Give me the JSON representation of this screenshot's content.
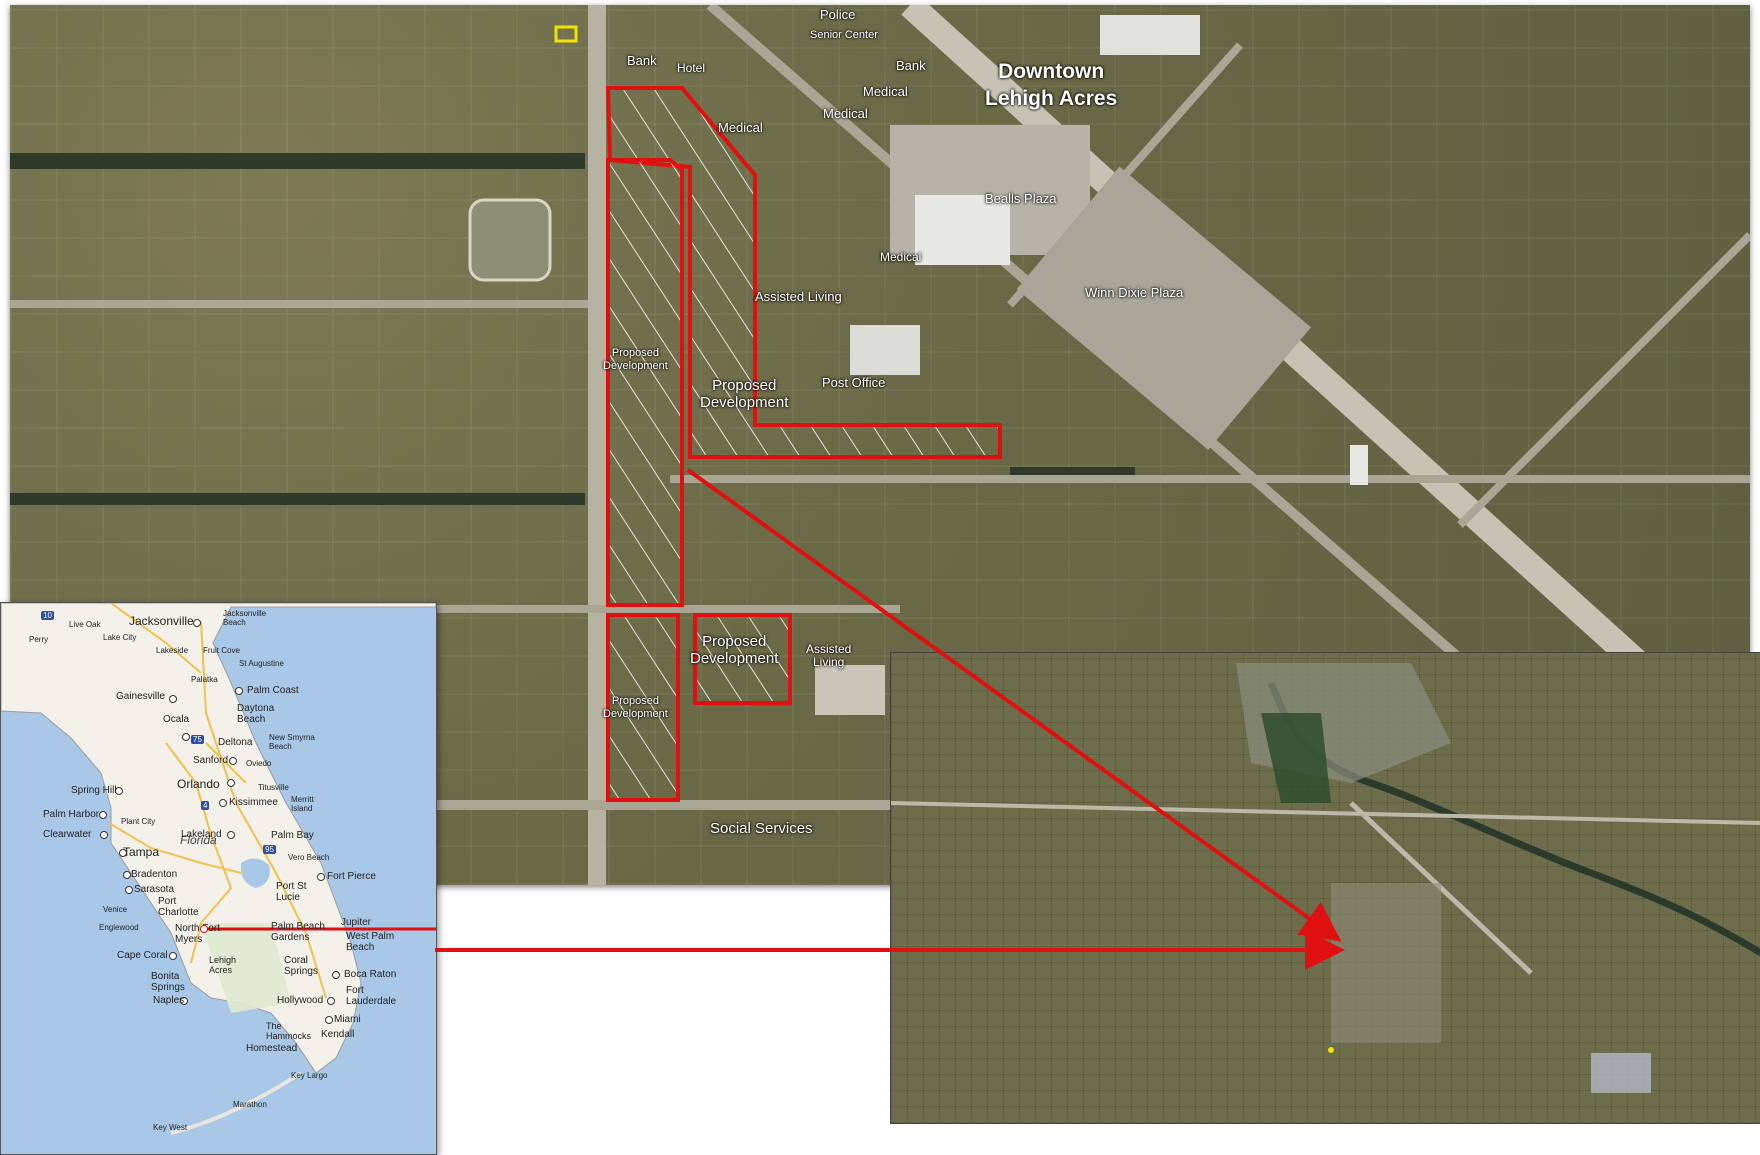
{
  "main_map": {
    "title_line1": "Downtown",
    "title_line2": "Lehigh Acres",
    "labels": {
      "police": "Police",
      "senior_center": "Senior Center",
      "bank_1": "Bank",
      "hotel": "Hotel",
      "bank_2": "Bank",
      "medical_1": "Medical",
      "medical_2": "Medical",
      "medical_3": "Medical",
      "medical_4": "Medical",
      "bealls_plaza": "Bealls Plaza",
      "winn_dixie_plaza": "Winn Dixie Plaza",
      "assisted_living_1": "Assisted Living",
      "post_office": "Post Office",
      "assisted_living_2_line1": "Assisted",
      "assisted_living_2_line2": "Living",
      "social_services": "Social Services"
    },
    "parcels": {
      "dev_large_line1": "Proposed",
      "dev_large_line2": "Development",
      "dev_strip_line1": "Proposed",
      "dev_strip_line2": "Development",
      "dev_lower_left_line1": "Proposed",
      "dev_lower_left_line2": "Development",
      "dev_lower_right_line1": "Proposed",
      "dev_lower_right_line2": "Development"
    },
    "colors": {
      "parcel_outline": "#e01010",
      "hatch": "#ffffff",
      "arrow": "#e01010",
      "marker": "#f2e200"
    }
  },
  "state_map": {
    "state_name": "Florida",
    "cities": {
      "jacksonville": "Jacksonville",
      "jacksonville_beach_1": "Jacksonville",
      "jacksonville_beach_2": "Beach",
      "live_oak": "Live Oak",
      "lake_city": "Lake City",
      "perry": "Perry",
      "lakeside": "Lakeside",
      "fruit_cove": "Fruit Cove",
      "st_augustine": "St Augustine",
      "palatka": "Palatka",
      "palm_coast": "Palm Coast",
      "gainesville": "Gainesville",
      "ocala": "Ocala",
      "daytona_1": "Daytona",
      "daytona_2": "Beach",
      "deltona": "Deltona",
      "new_smyrna_1": "New Smyrna",
      "new_smyrna_2": "Beach",
      "sanford": "Sanford",
      "oviedo": "Oviedo",
      "orlando": "Orlando",
      "titusville": "Titusville",
      "spring_hill": "Spring Hill",
      "kissimmee": "Kissimmee",
      "merritt_1": "Merritt",
      "merritt_2": "Island",
      "palm_harbor": "Palm Harbor",
      "plant_city": "Plant City",
      "clearwater": "Clearwater",
      "lakeland": "Lakeland",
      "palm_bay": "Palm Bay",
      "tampa": "Tampa",
      "vero_beach": "Vero Beach",
      "fort_pierce": "Fort Pierce",
      "bradenton": "Bradenton",
      "sarasota": "Sarasota",
      "port_st_lucie_1": "Port St",
      "port_st_lucie_2": "Lucie",
      "port_charlotte_1": "Port",
      "port_charlotte_2": "Charlotte",
      "venice": "Venice",
      "englewood": "Englewood",
      "jupiter": "Jupiter",
      "north_fort_myers_1": "North Fort",
      "north_fort_myers_2": "Myers",
      "palm_beach_gardens_1": "Palm Beach",
      "palm_beach_gardens_2": "Gardens",
      "west_palm_1": "West Palm",
      "west_palm_2": "Beach",
      "cape_coral": "Cape Coral",
      "lehigh_1": "Lehigh",
      "lehigh_2": "Acres",
      "coral_springs_1": "Coral",
      "coral_springs_2": "Springs",
      "boca_raton": "Boca Raton",
      "bonita_1": "Bonita",
      "bonita_2": "Springs",
      "fort_lauderdale_1": "Fort",
      "fort_lauderdale_2": "Lauderdale",
      "naples": "Naples",
      "hollywood": "Hollywood",
      "miami": "Miami",
      "hammocks_1": "The",
      "hammocks_2": "Hammocks",
      "kendall": "Kendall",
      "homestead": "Homestead",
      "key_largo": "Key Largo",
      "marathon": "Marathon",
      "key_west": "Key West"
    },
    "route_shields": {
      "i10": "10",
      "i4": "4",
      "i95": "95",
      "i75": "75"
    }
  }
}
